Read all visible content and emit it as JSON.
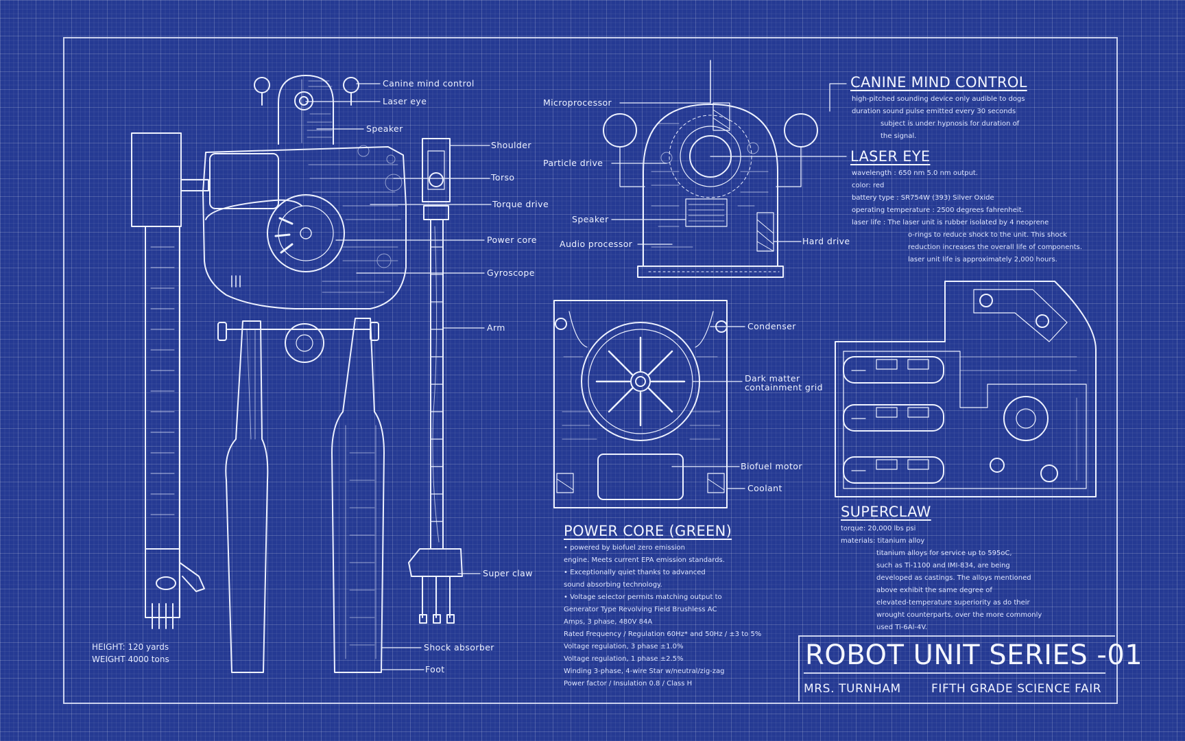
{
  "robot_labels": {
    "canine_mind_control": "Canine mind control",
    "laser_eye": "Laser eye",
    "speaker": "Speaker",
    "shoulder": "Shoulder",
    "torso": "Torso",
    "torque_drive": "Torque drive",
    "power_core": "Power core",
    "gyroscope": "Gyroscope",
    "arm": "Arm",
    "super_claw": "Super claw",
    "shock_absorber": "Shock absorber",
    "foot": "Foot"
  },
  "stats": {
    "height": "HEIGHT: 120 yards",
    "weight": "WEIGHT 4000 tons"
  },
  "head_labels": {
    "microprocessor": "Microprocessor",
    "particle_drive": "Particle drive",
    "speaker": "Speaker",
    "audio_processor": "Audio processor",
    "hard_drive": "Hard drive"
  },
  "canine_section": {
    "title": "CANINE MIND CONTROL",
    "lines": [
      "high-pitched sounding device only audible to dogs",
      "duration sound pulse emitted every 30 seconds",
      "subject is under hypnosis for duration of",
      "the signal."
    ]
  },
  "laser_section": {
    "title": "LASER EYE",
    "lines": [
      "wavelength : 650 nm 5.0 nm output.",
      "color: red",
      "battery type : SR754W (393) Silver Oxide",
      "operating temperature : 2500 degrees fahrenheit.",
      "laser life : The laser unit is rubber isolated by 4 neoprene",
      "o-rings to reduce shock to the unit. This shock",
      "reduction increases the overall life of components.",
      "laser unit life is approximately 2,000 hours."
    ]
  },
  "core_labels": {
    "condenser": "Condenser",
    "dark_matter_1": "Dark matter",
    "dark_matter_2": "containment grid",
    "biofuel_motor": "Biofuel motor",
    "coolant": "Coolant"
  },
  "power_core_section": {
    "title": "POWER CORE (GREEN)",
    "lines": [
      "• powered by biofuel zero emission",
      "engine. Meets current EPA emission standards.",
      "• Exceptionally quiet thanks to advanced",
      "sound absorbing technology.",
      "• Voltage selector permits matching output to",
      "Generator Type Revolving Field Brushless AC",
      "Amps, 3 phase, 480V 84A",
      "Rated Frequency / Regulation 60Hz* and 50Hz / ±3 to 5%",
      "Voltage regulation, 3 phase ±1.0%",
      "Voltage regulation, 1 phase ±2.5%",
      "Winding 3-phase, 4-wire Star w/neutral/zig-zag",
      "Power factor / Insulation 0.8 / Class H"
    ]
  },
  "superclaw_section": {
    "title": "SUPERCLAW",
    "lines": [
      "torque: 20,000 lbs psi",
      "materials: titanium alloy",
      "titanium alloys for service up to 595oC,",
      "such as Ti-1100 and IMI-834, are being",
      "developed as castings. The alloys mentioned",
      "above exhibit the same degree of",
      "elevated-temperature superiority as do their",
      "wrought counterparts, over the more commonly",
      "used Ti-6Al-4V."
    ]
  },
  "title_block": {
    "title": "ROBOT UNIT SERIES -01",
    "teacher": "MRS. TURNHAM",
    "event": "FIFTH GRADE SCIENCE FAIR"
  }
}
